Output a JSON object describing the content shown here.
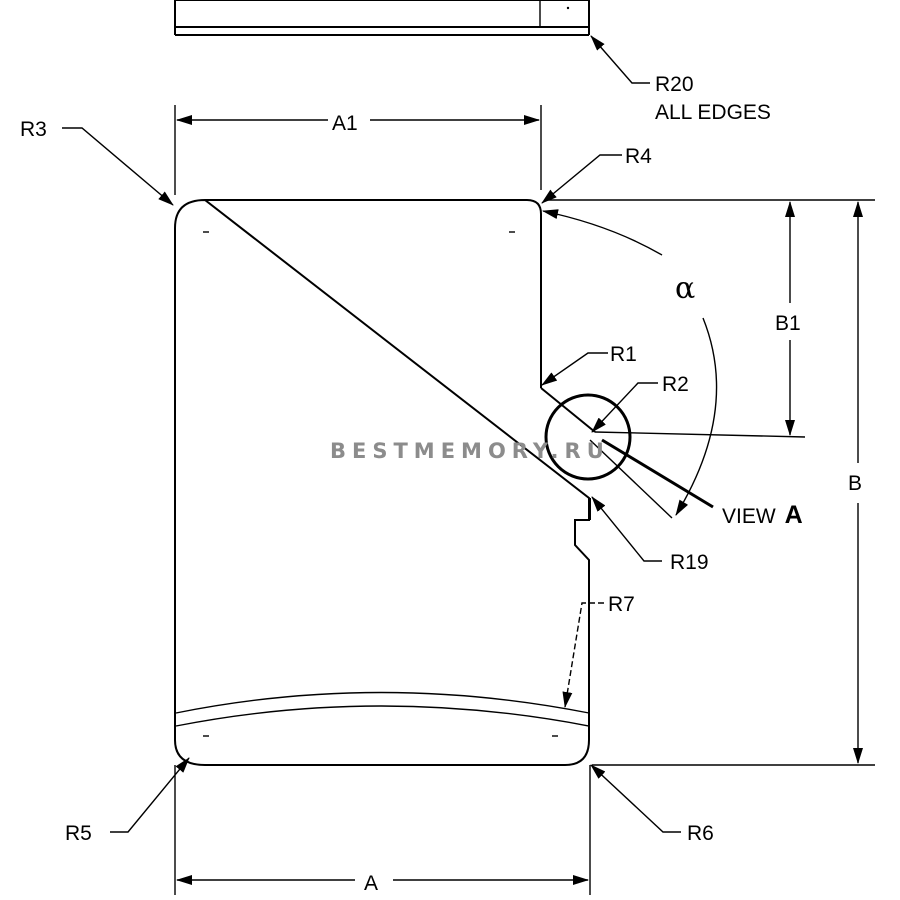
{
  "diagram": {
    "labels": {
      "r20": "R20",
      "all_edges": "ALL EDGES",
      "r3": "R3",
      "r4": "R4",
      "a1": "A1",
      "alpha": "α",
      "b1": "B1",
      "r1": "R1",
      "r2": "R2",
      "view": "VIEW",
      "view_letter": "A",
      "r19": "R19",
      "b": "B",
      "r7": "R7",
      "r5": "R5",
      "r6": "R6",
      "a": "A"
    },
    "watermark": "BESTMEMORY.RU"
  }
}
